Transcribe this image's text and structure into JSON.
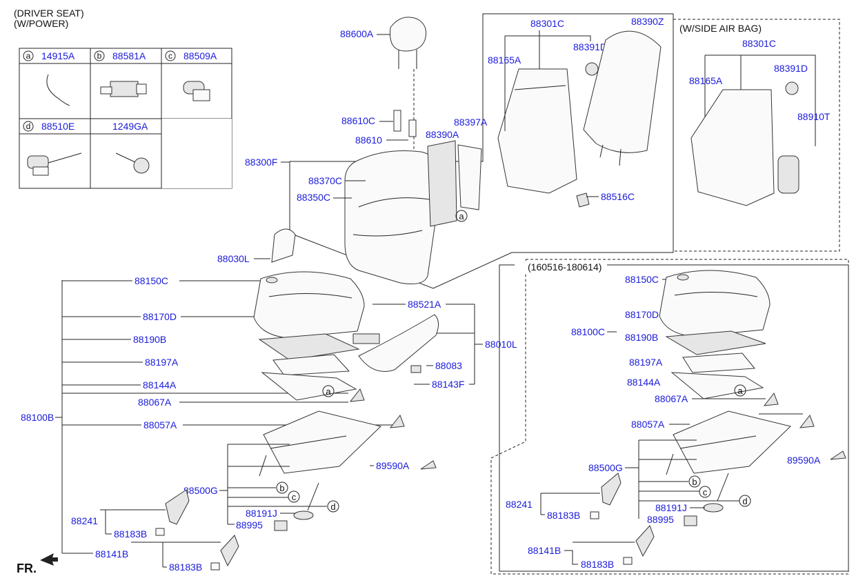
{
  "header": {
    "line1": "(DRIVER SEAT)",
    "line2": "(W/POWER)"
  },
  "fr_label": "FR.",
  "legend_table": {
    "row1": [
      {
        "letter": "a",
        "part": "14915A"
      },
      {
        "letter": "b",
        "part": "88581A"
      },
      {
        "letter": "c",
        "part": "88509A"
      }
    ],
    "row2": [
      {
        "letter": "d",
        "part": "88510E"
      },
      {
        "letter": "",
        "part": "1249GA"
      }
    ]
  },
  "boxes": {
    "side_airbag": "(W/SIDE AIR BAG)",
    "date_range": "(160516-180614)"
  },
  "callout_letters": {
    "a": "a",
    "b": "b",
    "c": "c",
    "d": "d"
  },
  "labels": {
    "p88600A": "88600A",
    "p88610C": "88610C",
    "p88610": "88610",
    "p88300F": "88300F",
    "p88370C": "88370C",
    "p88350C": "88350C",
    "p88390A": "88390A",
    "p88397A": "88397A",
    "p88301C": "88301C",
    "p88165A": "88165A",
    "p88391D": "88391D",
    "p88390Z": "88390Z",
    "p88516C": "88516C",
    "p88030L": "88030L",
    "p88301C_b": "88301C",
    "p88165A_b": "88165A",
    "p88391D_b": "88391D",
    "p88910T": "88910T",
    "p88150C": "88150C",
    "p88170D": "88170D",
    "p88190B": "88190B",
    "p88197A": "88197A",
    "p88144A": "88144A",
    "p88067A": "88067A",
    "p88057A": "88057A",
    "p88100B": "88100B",
    "p88521A": "88521A",
    "p88010L": "88010L",
    "p88083": "88083",
    "p88143F": "88143F",
    "p89590A": "89590A",
    "p88500G": "88500G",
    "p88191J": "88191J",
    "p88995": "88995",
    "p88241": "88241",
    "p88183B_1": "88183B",
    "p88141B": "88141B",
    "p88183B_2": "88183B",
    "p88150C_b": "88150C",
    "p88170D_b": "88170D",
    "p88100C": "88100C",
    "p88190B_b": "88190B",
    "p88197A_b": "88197A",
    "p88144A_b": "88144A",
    "p88067A_b": "88067A",
    "p88057A_b": "88057A",
    "p89590A_b": "89590A",
    "p88500G_b": "88500G",
    "p88241_b": "88241",
    "p88183B_3": "88183B",
    "p88191J_b": "88191J",
    "p88995_b": "88995",
    "p88141B_b": "88141B",
    "p88183B_4": "88183B"
  },
  "colors": {
    "part_number": "#1a1adb",
    "line": "#222222",
    "dashed_box": "#888888"
  }
}
